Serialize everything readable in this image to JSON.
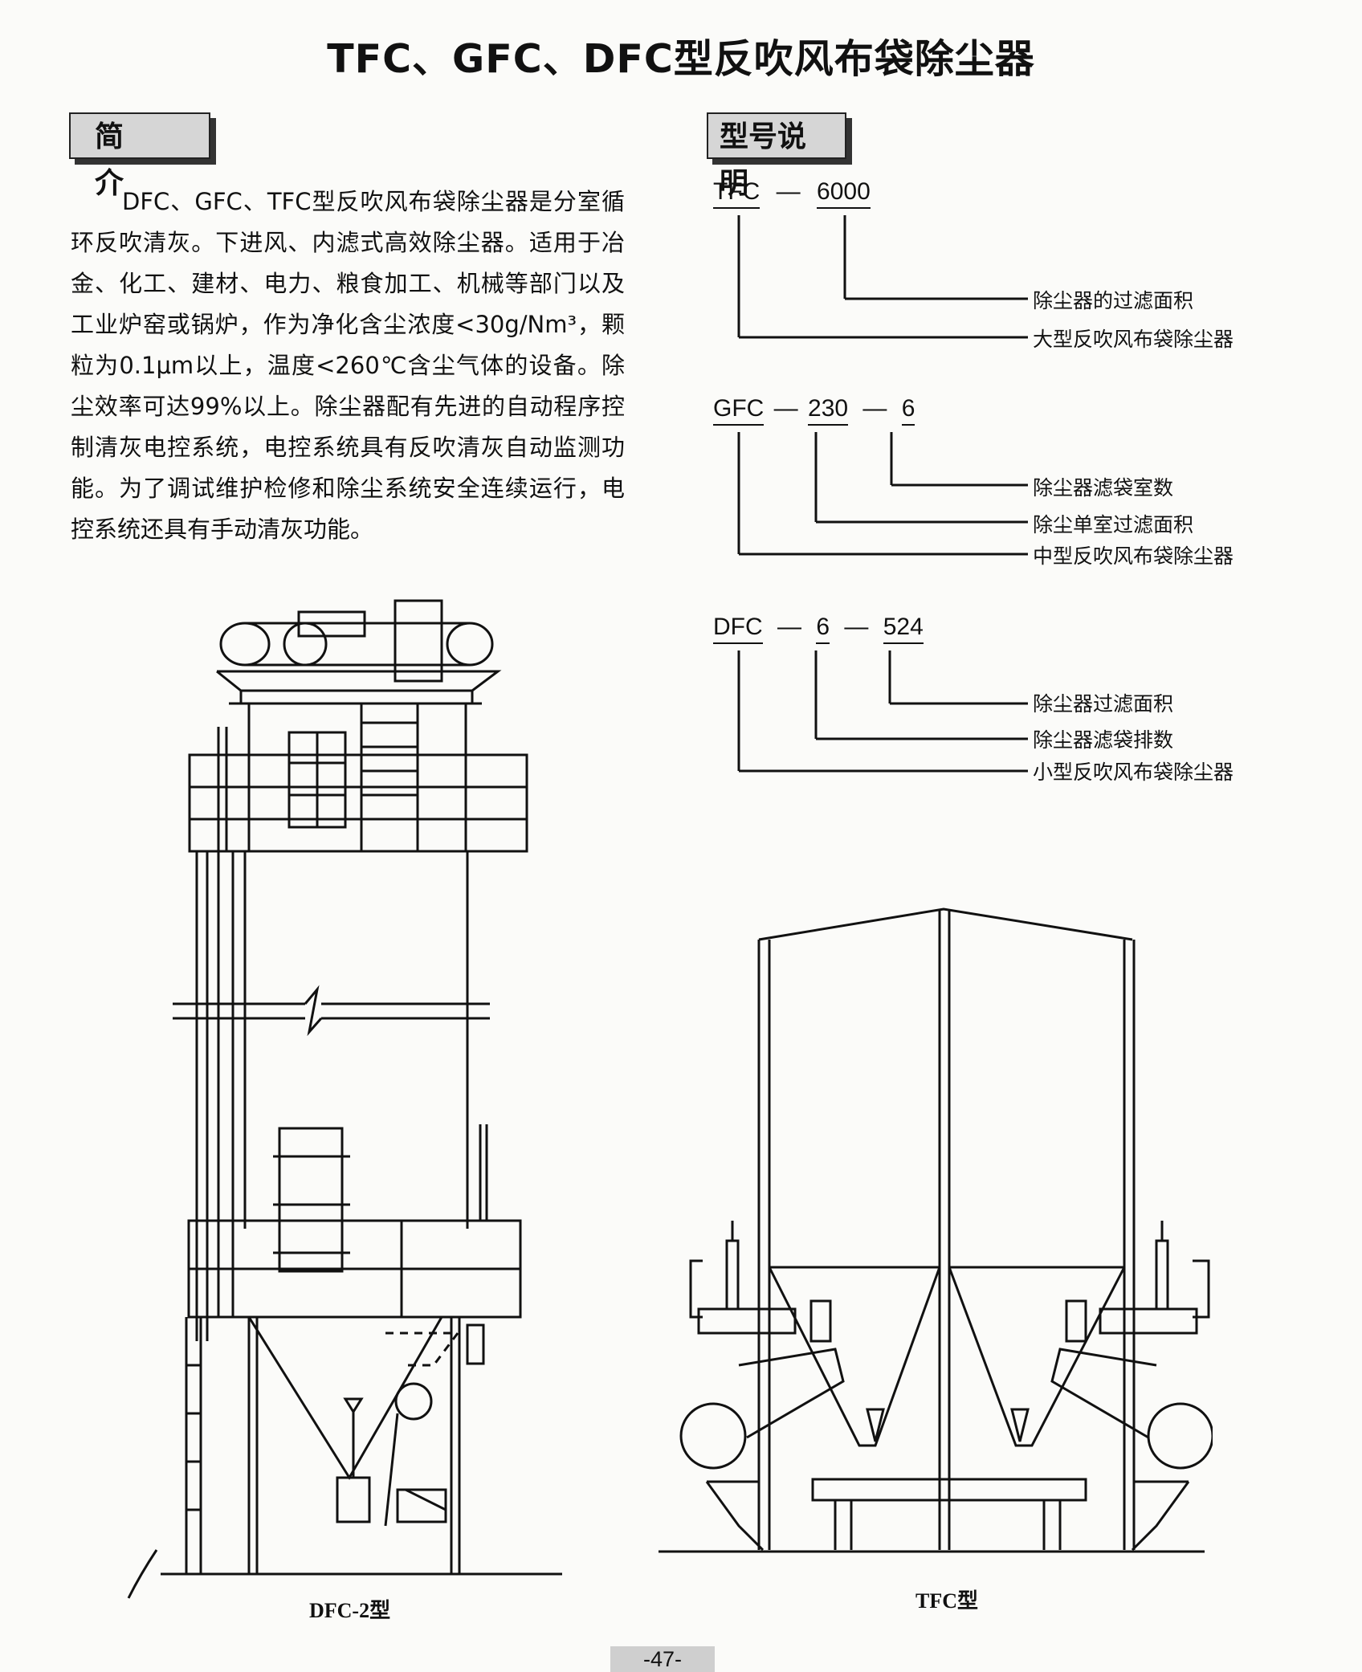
{
  "title": "TFC、GFC、DFC型反吹风布袋除尘器",
  "intro": {
    "heading": "简 介",
    "paragraph": "DFC、GFC、TFC型反吹风布袋除尘器是分室循环反吹清灰。下进风、内滤式高效除尘器。适用于冶金、化工、建材、电力、粮食加工、机械等部门以及工业炉窑或锅炉，作为净化含尘浓度<30g/Nm³，颗粒为0.1μm以上，温度<260℃含尘气体的设备。除尘效率可达99%以上。除尘器配有先进的自动程序控制清灰电控系统，电控系统具有反吹清灰自动监测功能。为了调试维护检修和除尘系统安全连续运行，电控系统还具有手动清灰功能。"
  },
  "model": {
    "heading": "型号说明",
    "tfc": {
      "prefix": "TFC",
      "sep1": "—",
      "area": "6000",
      "desc_area": "除尘器的过滤面积",
      "desc_type": "大型反吹风布袋除尘器"
    },
    "gfc": {
      "prefix": "GFC",
      "sep1": "—",
      "area": "230",
      "sep2": "—",
      "rooms": "6",
      "desc_rooms": "除尘器滤袋室数",
      "desc_area": "除尘单室过滤面积",
      "desc_type": "中型反吹风布袋除尘器"
    },
    "dfc": {
      "prefix": "DFC",
      "sep1": "—",
      "rows": "6",
      "sep2": "—",
      "area": "524",
      "desc_area": "除尘器过滤面积",
      "desc_rows": "除尘器滤袋排数",
      "desc_type": "小型反吹风布袋除尘器"
    }
  },
  "figures": {
    "dfc_caption": "DFC-2型",
    "tfc_caption": "TFC型"
  },
  "page_number": "-47-"
}
